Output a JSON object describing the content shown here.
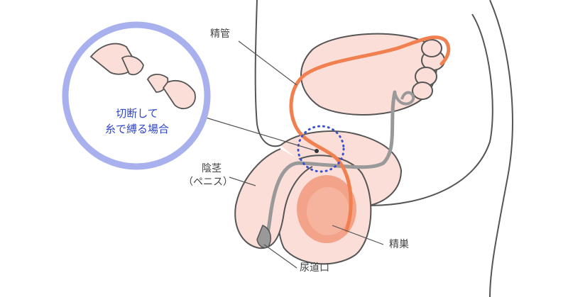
{
  "labels": {
    "vas_deferens": "精管",
    "penis": "陰茎",
    "penis_reading": "（ペニス）",
    "testis": "精巣",
    "urethral_opening": "尿道口"
  },
  "inset": {
    "line1": "切断して",
    "line2": "糸で縛る場合"
  },
  "colors": {
    "vas_deferens": "#f08050",
    "inset_ring": "#a8b0ee",
    "inset_text": "#2f45c9",
    "skin": "#fbded8",
    "outline": "#555555",
    "testis": "#f3a38a",
    "highlight_circle": "#3a4fd0"
  }
}
